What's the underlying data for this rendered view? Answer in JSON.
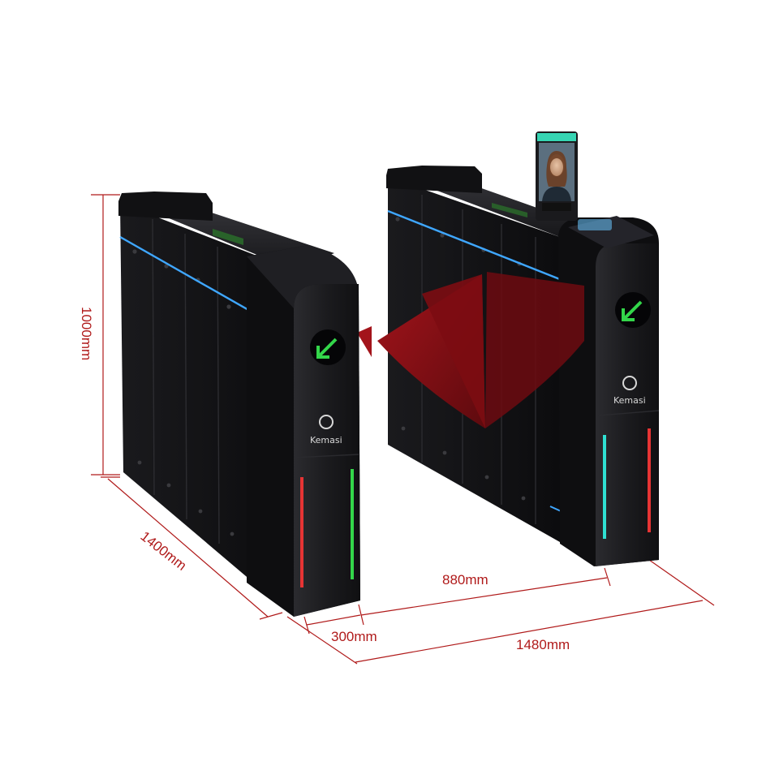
{
  "dimensions": {
    "height": "1000mm",
    "length": "1400mm",
    "passage_width": "880mm",
    "cabinet_width": "300mm",
    "total_width": "1480mm"
  },
  "brand": {
    "left_logo_text": "Kemasi",
    "right_logo_text": "Kemasi"
  },
  "colors": {
    "cabinet": "#141416",
    "accent_blue": "#3fa7ff",
    "arrow_green": "#33d64a",
    "barrier_red": "#8f1016",
    "dimension_red": "#b01a1a"
  },
  "icons": {
    "left_indicator": "green-arrow-icon",
    "right_indicator": "green-arrow-icon",
    "left_logo": "brand-logo-icon",
    "right_logo": "brand-logo-icon",
    "face_terminal": "face-recognition-terminal"
  }
}
